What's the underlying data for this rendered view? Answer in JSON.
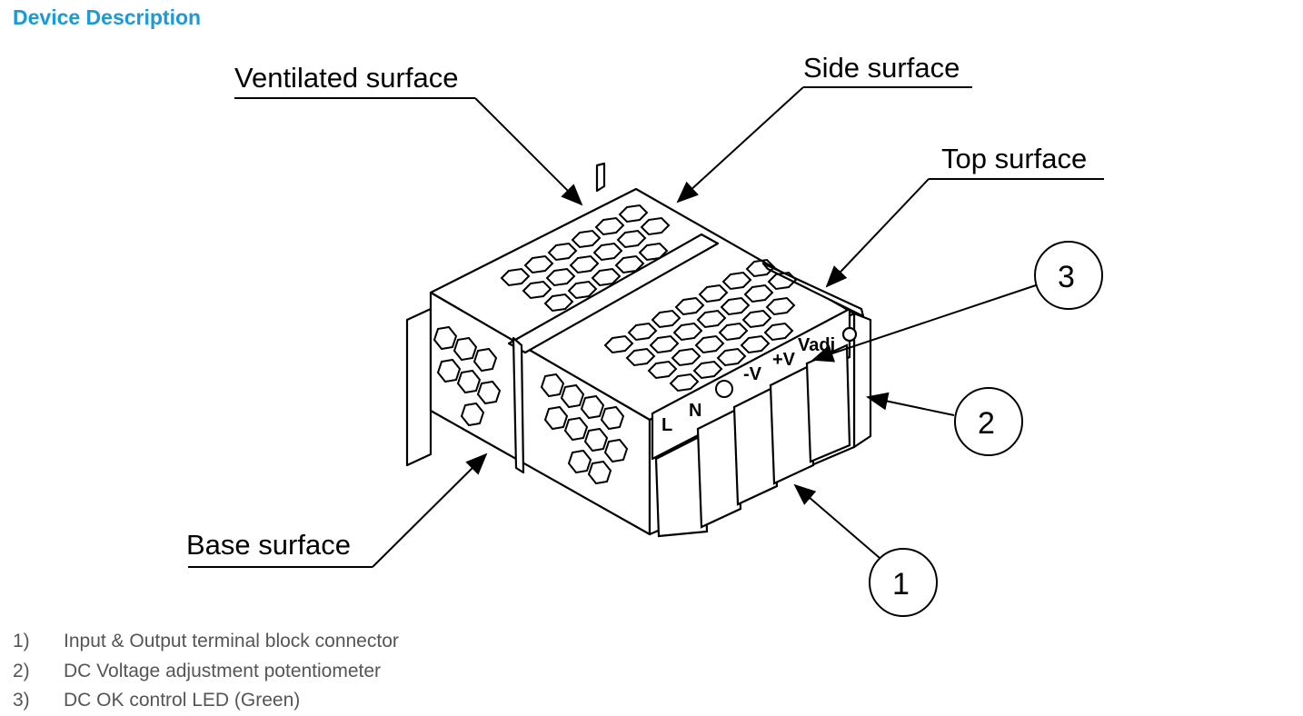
{
  "heading": "Device Description",
  "callouts": {
    "ventilated": "Ventilated surface",
    "side": "Side surface",
    "top": "Top surface",
    "base": "Base surface"
  },
  "markers": {
    "one": "1",
    "two": "2",
    "three": "3"
  },
  "terminal_labels": {
    "l": "L",
    "n": "N",
    "minus_v": "-V",
    "plus_v": "+V",
    "v_adj": "Vadj"
  },
  "legend": [
    {
      "num": "1)",
      "text": "Input & Output terminal block connector"
    },
    {
      "num": "2)",
      "text": "DC Voltage adjustment potentiometer"
    },
    {
      "num": "3)",
      "text": "DC OK control LED (Green)"
    }
  ]
}
